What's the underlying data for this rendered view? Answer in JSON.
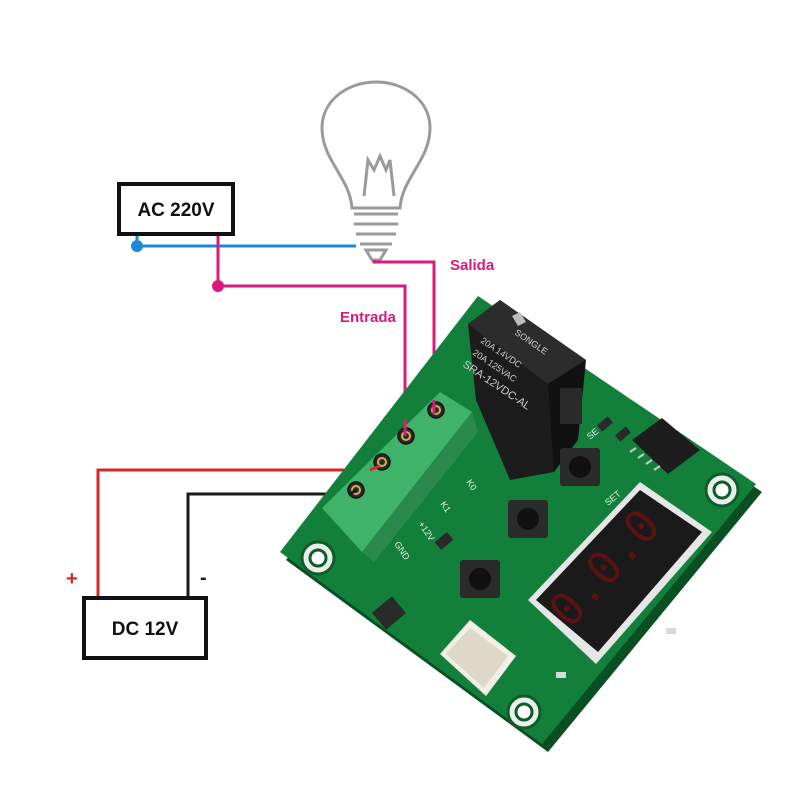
{
  "power_ac": {
    "label": "AC 220V"
  },
  "power_dc": {
    "label": "DC 12V",
    "plus": "+",
    "minus": "-"
  },
  "wires": {
    "output_label": "Salida",
    "input_label": "Entrada",
    "ac_color": "#1e88d8",
    "relay_color": "#d81b7a",
    "dc_pos_color": "#d62828",
    "dc_neg_color": "#1a1a1a"
  },
  "relay": {
    "brand": "SONGLE",
    "line1": "20A 14VDC",
    "line2": "20A 125VAC",
    "model": "SRA-12VDC-AL"
  },
  "pcb": {
    "color": "#12803a",
    "terminal_labels": [
      "K0",
      "K1",
      "+12V",
      "GND"
    ],
    "display_value": "0.0.0",
    "set_label": "SET",
    "sensor_label": "SE"
  }
}
